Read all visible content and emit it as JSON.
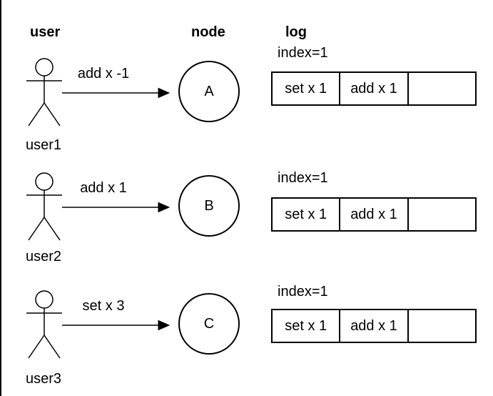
{
  "colors": {
    "stroke": "#000000",
    "text": "#000000",
    "background": "#ffffff"
  },
  "headers": {
    "user": "user",
    "node": "node",
    "log": "log"
  },
  "rows": [
    {
      "user_label": "user1",
      "message": "add x -1",
      "node_label": "A",
      "log": {
        "index_label": "index=1",
        "cells": [
          "set x 1",
          "add x 1",
          ""
        ]
      }
    },
    {
      "user_label": "user2",
      "message": "add x 1",
      "node_label": "B",
      "log": {
        "index_label": "index=1",
        "cells": [
          "set x 1",
          "add x 1",
          ""
        ]
      }
    },
    {
      "user_label": "user3",
      "message": "set x 3",
      "node_label": "C",
      "log": {
        "index_label": "index=1",
        "cells": [
          "set x 1",
          "add x 1",
          ""
        ]
      }
    }
  ]
}
